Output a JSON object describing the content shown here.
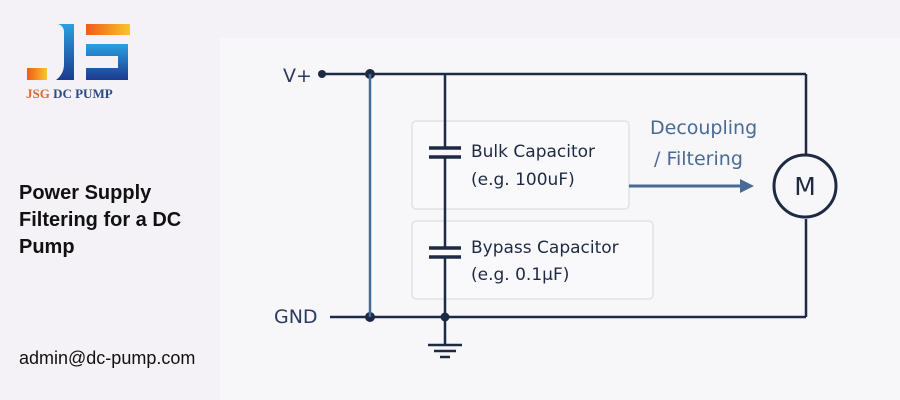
{
  "brand": {
    "name_part1": "JSG",
    "name_part2": "DC PUMP"
  },
  "title": "Power Supply Filtering for a DC Pump",
  "email": "admin@dc-pump.com",
  "diagram": {
    "vplus_label": "V+",
    "gnd_label": "GND",
    "bulk": {
      "name": "Bulk Capacitor",
      "value": "(e.g. 100uF)"
    },
    "bypass": {
      "name": "Bypass Capacitor",
      "value": "(e.g. 0.1μF)"
    },
    "arrow_label_line1": "Decoupling",
    "arrow_label_line2": "/ Filtering",
    "motor_label": "M"
  },
  "colors": {
    "wire": "#1e2a44",
    "accent": "#4a6a96",
    "box_border": "#dfe2e8",
    "logo_blue": "#2a4a86",
    "logo_orange": "#e0662a"
  }
}
